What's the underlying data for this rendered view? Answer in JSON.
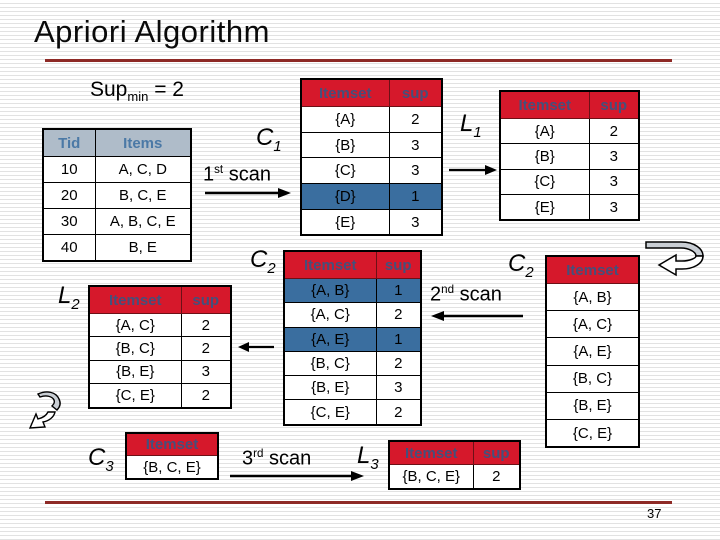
{
  "slide": {
    "title": "Apriori Algorithm",
    "page_number": "37",
    "support": {
      "base": "Sup",
      "sub": "min",
      "rest": " = 2"
    }
  },
  "labels": {
    "c1": {
      "base": "C",
      "sub": "1"
    },
    "l1": {
      "base": "L",
      "sub": "1"
    },
    "c2_mid": {
      "base": "C",
      "sub": "2"
    },
    "c2_right": {
      "base": "C",
      "sub": "2"
    },
    "l2": {
      "base": "L",
      "sub": "2"
    },
    "c3": {
      "base": "C",
      "sub": "3"
    },
    "l3": {
      "base": "L",
      "sub": "3"
    }
  },
  "scans": {
    "scan1": {
      "num": "1",
      "ord": "st",
      "word": " scan"
    },
    "scan2": {
      "num": "2",
      "ord": "nd",
      "word": " scan"
    },
    "scan3": {
      "num": "3",
      "ord": "rd",
      "word": " scan"
    }
  },
  "icons": {
    "loop_arrow_right": "curved-loop-arrow",
    "loop_arrow_left": "curved-loop-arrow"
  },
  "colors": {
    "header_red": "#d6182b",
    "header_text_blue": "#44507b",
    "gray_header_bg": "#afbcc9",
    "gray_header_text": "#4b79a6",
    "highlight_blue": "#3a6e9f",
    "rule_maroon": "#8e2a26"
  },
  "tables": {
    "transactions": {
      "headers": [
        "Tid",
        "Items"
      ],
      "rows": [
        [
          "10",
          "A, C, D"
        ],
        [
          "20",
          "B, C, E"
        ],
        [
          "30",
          "A, B, C, E"
        ],
        [
          "40",
          "B, E"
        ]
      ]
    },
    "c1": {
      "headers": [
        "Itemset",
        "sup"
      ],
      "rows": [
        [
          "{A}",
          "2"
        ],
        [
          "{B}",
          "3"
        ],
        [
          "{C}",
          "3"
        ],
        [
          "{D}",
          "1"
        ],
        [
          "{E}",
          "3"
        ]
      ],
      "highlighted_rows": [
        3
      ]
    },
    "l1": {
      "headers": [
        "Itemset",
        "sup"
      ],
      "rows": [
        [
          "{A}",
          "2"
        ],
        [
          "{B}",
          "3"
        ],
        [
          "{C}",
          "3"
        ],
        [
          "{E}",
          "3"
        ]
      ]
    },
    "c2_counts": {
      "headers": [
        "Itemset",
        "sup"
      ],
      "rows": [
        [
          "{A, B}",
          "1"
        ],
        [
          "{A, C}",
          "2"
        ],
        [
          "{A, E}",
          "1"
        ],
        [
          "{B, C}",
          "2"
        ],
        [
          "{B, E}",
          "3"
        ],
        [
          "{C, E}",
          "2"
        ]
      ],
      "highlighted_rows": [
        0,
        2
      ]
    },
    "c2_candidates": {
      "headers": [
        "Itemset"
      ],
      "rows": [
        [
          "{A, B}"
        ],
        [
          "{A, C}"
        ],
        [
          "{A, E}"
        ],
        [
          "{B, C}"
        ],
        [
          "{B, E}"
        ],
        [
          "{C, E}"
        ]
      ]
    },
    "l2": {
      "headers": [
        "Itemset",
        "sup"
      ],
      "rows": [
        [
          "{A, C}",
          "2"
        ],
        [
          "{B, C}",
          "2"
        ],
        [
          "{B, E}",
          "3"
        ],
        [
          "{C, E}",
          "2"
        ]
      ]
    },
    "c3": {
      "headers": [
        "Itemset"
      ],
      "rows": [
        [
          "{B, C, E}"
        ]
      ]
    },
    "l3": {
      "headers": [
        "Itemset",
        "sup"
      ],
      "rows": [
        [
          "{B, C, E}",
          "2"
        ]
      ]
    }
  }
}
